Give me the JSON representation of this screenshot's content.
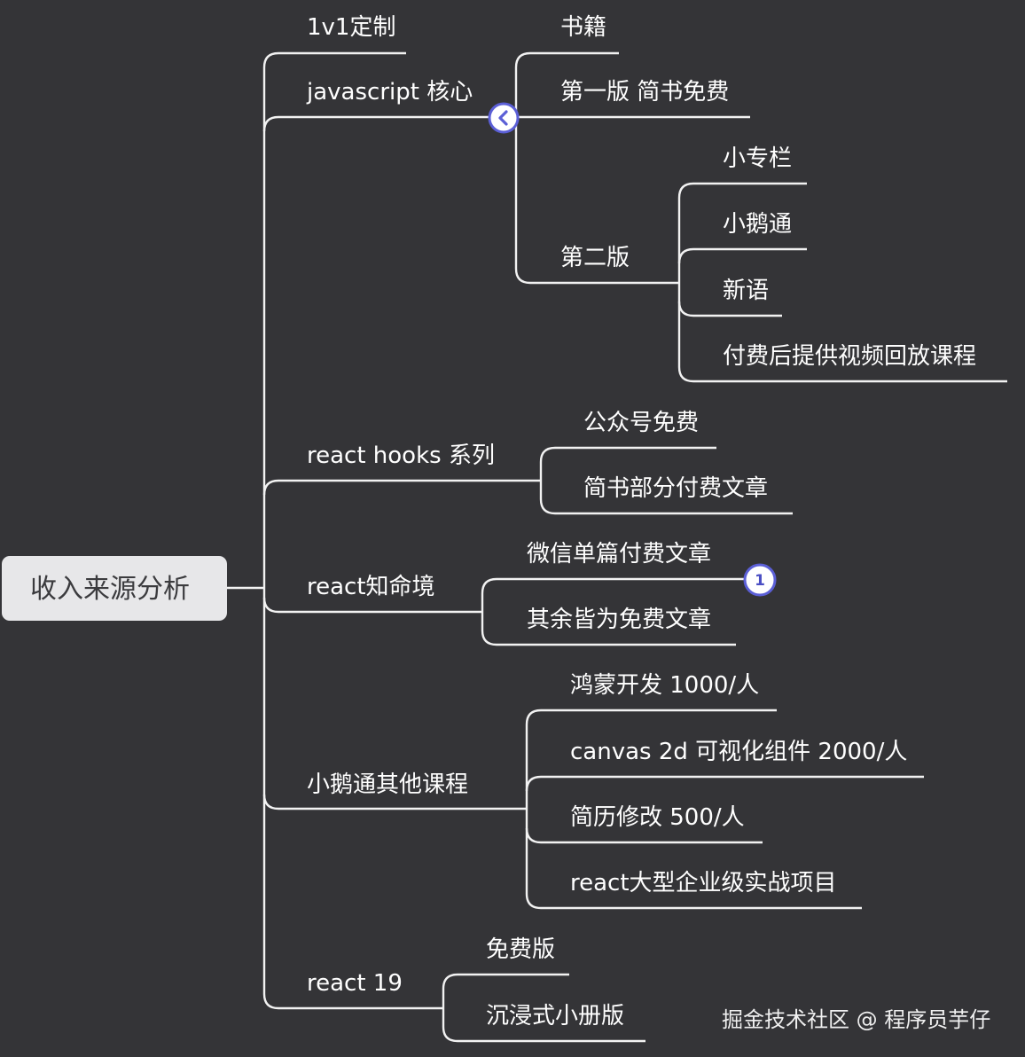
{
  "root": {
    "label": "收入来源分析"
  },
  "branches": {
    "b1": {
      "label": "1v1定制"
    },
    "b2": {
      "label": "javascript 核心",
      "children": {
        "c1": {
          "label": "书籍"
        },
        "c2": {
          "label": "第一版 简书免费"
        },
        "c3": {
          "label": "第二版",
          "children": {
            "d1": {
              "label": "小专栏"
            },
            "d2": {
              "label": "小鹅通"
            },
            "d3": {
              "label": "新语"
            },
            "d4": {
              "label": "付费后提供视频回放课程"
            }
          }
        }
      }
    },
    "b3": {
      "label": "react hooks 系列",
      "children": {
        "c1": {
          "label": "公众号免费"
        },
        "c2": {
          "label": "简书部分付费文章"
        }
      }
    },
    "b4": {
      "label": "react知命境",
      "children": {
        "c1": {
          "label": "微信单篇付费文章"
        },
        "c2": {
          "label": "其余皆为免费文章"
        }
      }
    },
    "b5": {
      "label": "小鹅通其他课程",
      "children": {
        "c1": {
          "label": "鸿蒙开发 1000/人"
        },
        "c2": {
          "label": "canvas 2d 可视化组件 2000/人"
        },
        "c3": {
          "label": "简历修改 500/人"
        },
        "c4": {
          "label": "react大型企业级实战项目"
        }
      }
    },
    "b6": {
      "label": "react 19",
      "children": {
        "c1": {
          "label": "免费版"
        },
        "c2": {
          "label": "沉浸式小册版"
        }
      }
    }
  },
  "badges": {
    "collapsed_count": "1",
    "collapse_icon": "chevron-left-icon"
  },
  "watermark": {
    "text": "掘金技术社区 @ 程序员芋仔"
  },
  "colors": {
    "background": "#343437",
    "line": "#f2f2f2",
    "root_fill": "#e7e7e9",
    "accent": "#5b5fd6"
  }
}
